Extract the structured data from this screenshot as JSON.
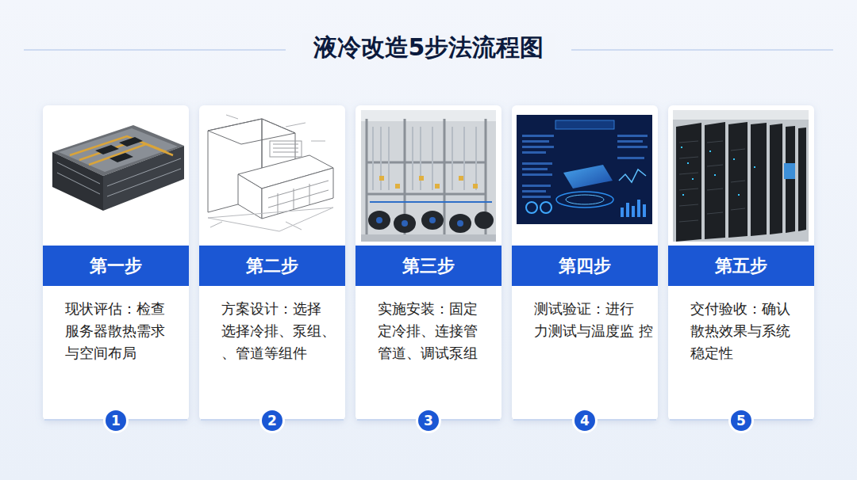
{
  "diagram": {
    "title": "液冷改造5步法流程图",
    "nodes": [
      {
        "text": [
          "现状评估：检查 服务器散热需求 与空间布局"
        ]
      },
      {
        "text": [
          "第一步"
        ],
        "in": 0
      },
      {
        "text": [
          "1"
        ],
        "in": 0
      },
      {
        "text": [
          "方案设计：选择 选择冷排、泵组、 、管道等组件"
        ]
      },
      {
        "text": [
          "第二步"
        ],
        "in": 3
      },
      {
        "text": [
          "2"
        ],
        "in": 3
      },
      {
        "text": [
          "实施安装：固定 定冷排、连接管 管道、调试泵组"
        ]
      },
      {
        "text": [
          "第三步"
        ],
        "in": 6
      },
      {
        "text": [
          "3"
        ],
        "in": 6
      },
      {
        "text": [
          "测试验证：进行 力测试与温度监 控"
        ]
      },
      {
        "text": [
          "第四步"
        ],
        "in": 9
      },
      {
        "text": [
          "4"
        ],
        "in": 9
      },
      {
        "text": [
          "交付验收：确认 散热效果与系统 稳定性"
        ]
      },
      {
        "text": [
          "第五步"
        ],
        "in": 12
      },
      {
        "text": [
          "5"
        ],
        "in": 12
      }
    ]
  }
}
